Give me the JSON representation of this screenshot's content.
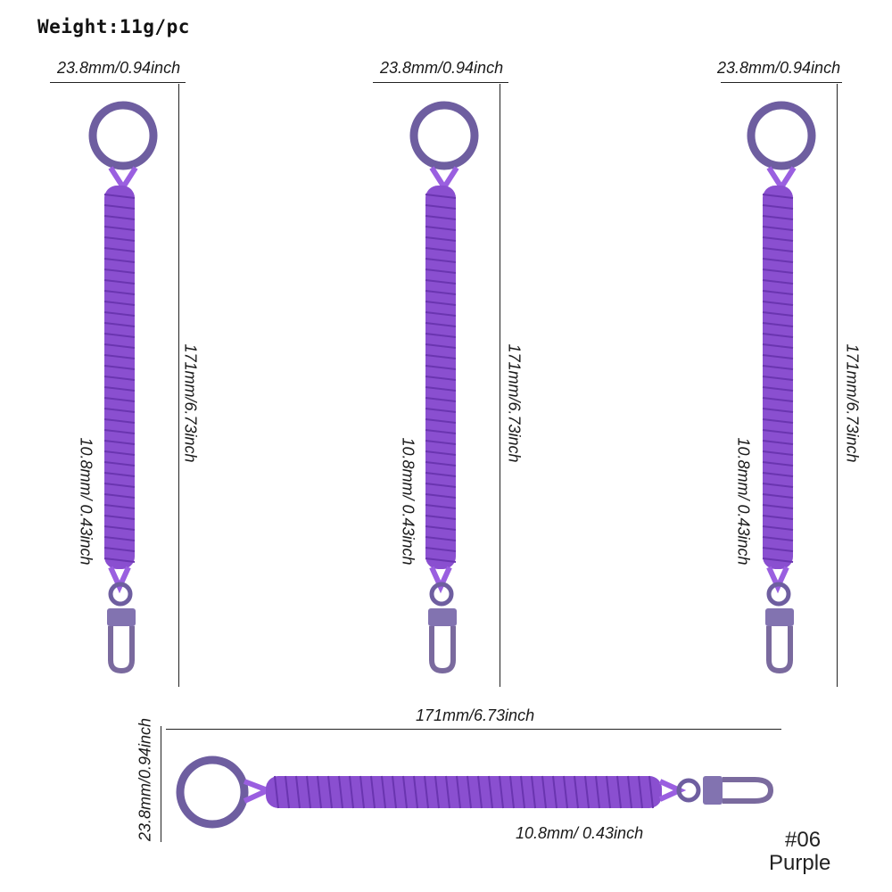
{
  "weight_label": "Weight:11g/pc",
  "units": {
    "ring_width": "23.8mm/0.94inch",
    "length": "171mm/6.73inch",
    "coil_diameter": "10.8mm/ 0.43inch"
  },
  "product": {
    "code": "#06",
    "color_name": "Purple",
    "color_hex": "#8a4fd0",
    "metal_hex": "#7a6a9e"
  }
}
